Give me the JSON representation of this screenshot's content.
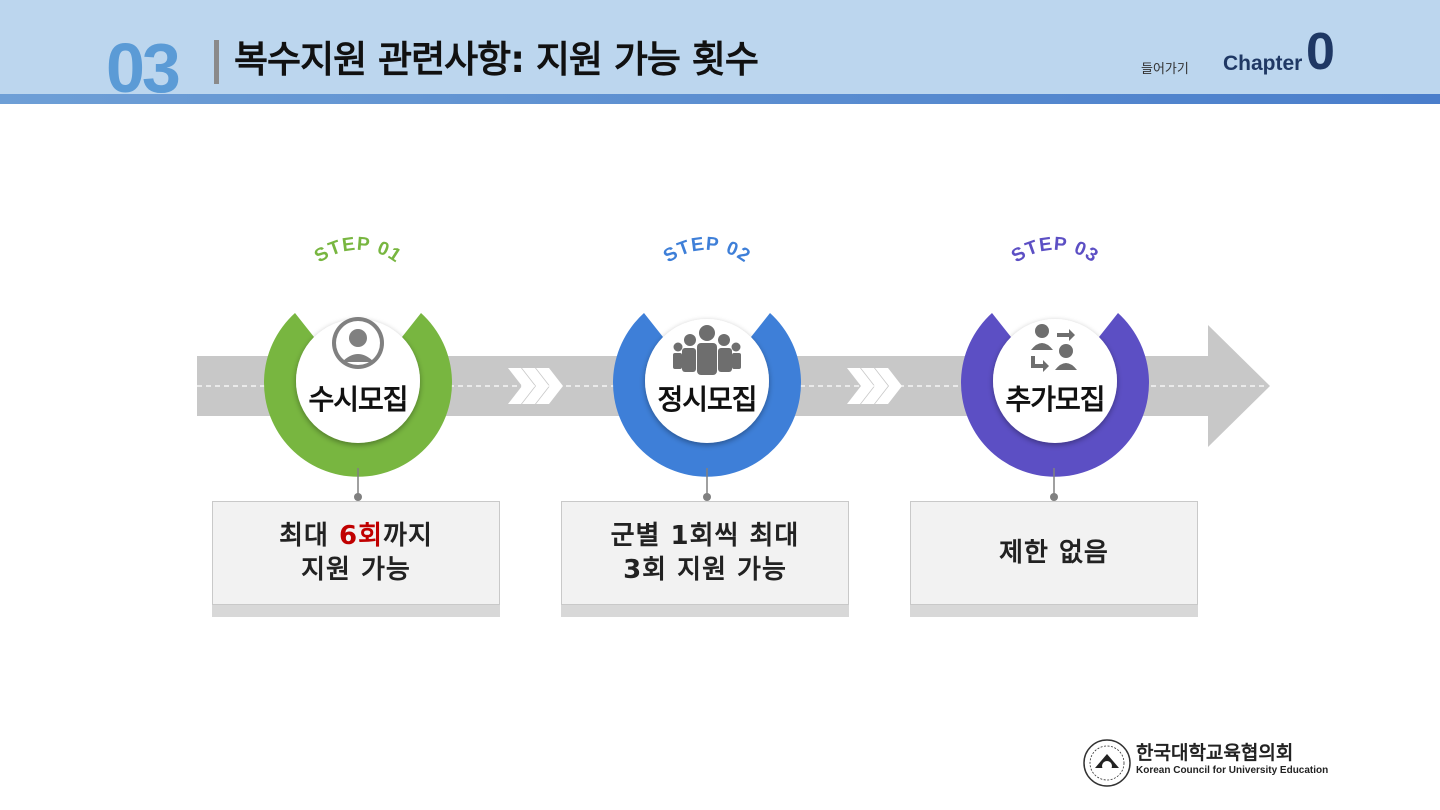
{
  "header": {
    "section_number": "03",
    "title": "복수지원 관련사항: 지원 가능 횟수",
    "nav_enter": "들어가기",
    "chapter_label": "Chapter",
    "chapter_number": "0"
  },
  "steps": [
    {
      "badge": "STEP 01",
      "name": "수시모집",
      "icon": "person-silhouette-icon",
      "color": "#78b640",
      "desc_before": "최대 ",
      "desc_highlight": "6회",
      "desc_after": "까지",
      "desc_line2": "지원 가능"
    },
    {
      "badge": "STEP 02",
      "name": "정시모집",
      "icon": "group-people-icon",
      "color": "#3e7fd8",
      "desc_line1": "군별 1회씩 최대",
      "desc_line2": "3회 지원 가능"
    },
    {
      "badge": "STEP 03",
      "name": "추가모집",
      "icon": "person-exchange-icon",
      "color": "#5c4fc4",
      "desc_line1": "제한 없음"
    }
  ],
  "colors": {
    "highlight": "#c00000",
    "arrow": "#c8c8c8",
    "header_bg": "#bcd6ee"
  },
  "logo": {
    "name_kr": "한국대학교육협의회",
    "name_en": "Korean Council for University Education"
  }
}
